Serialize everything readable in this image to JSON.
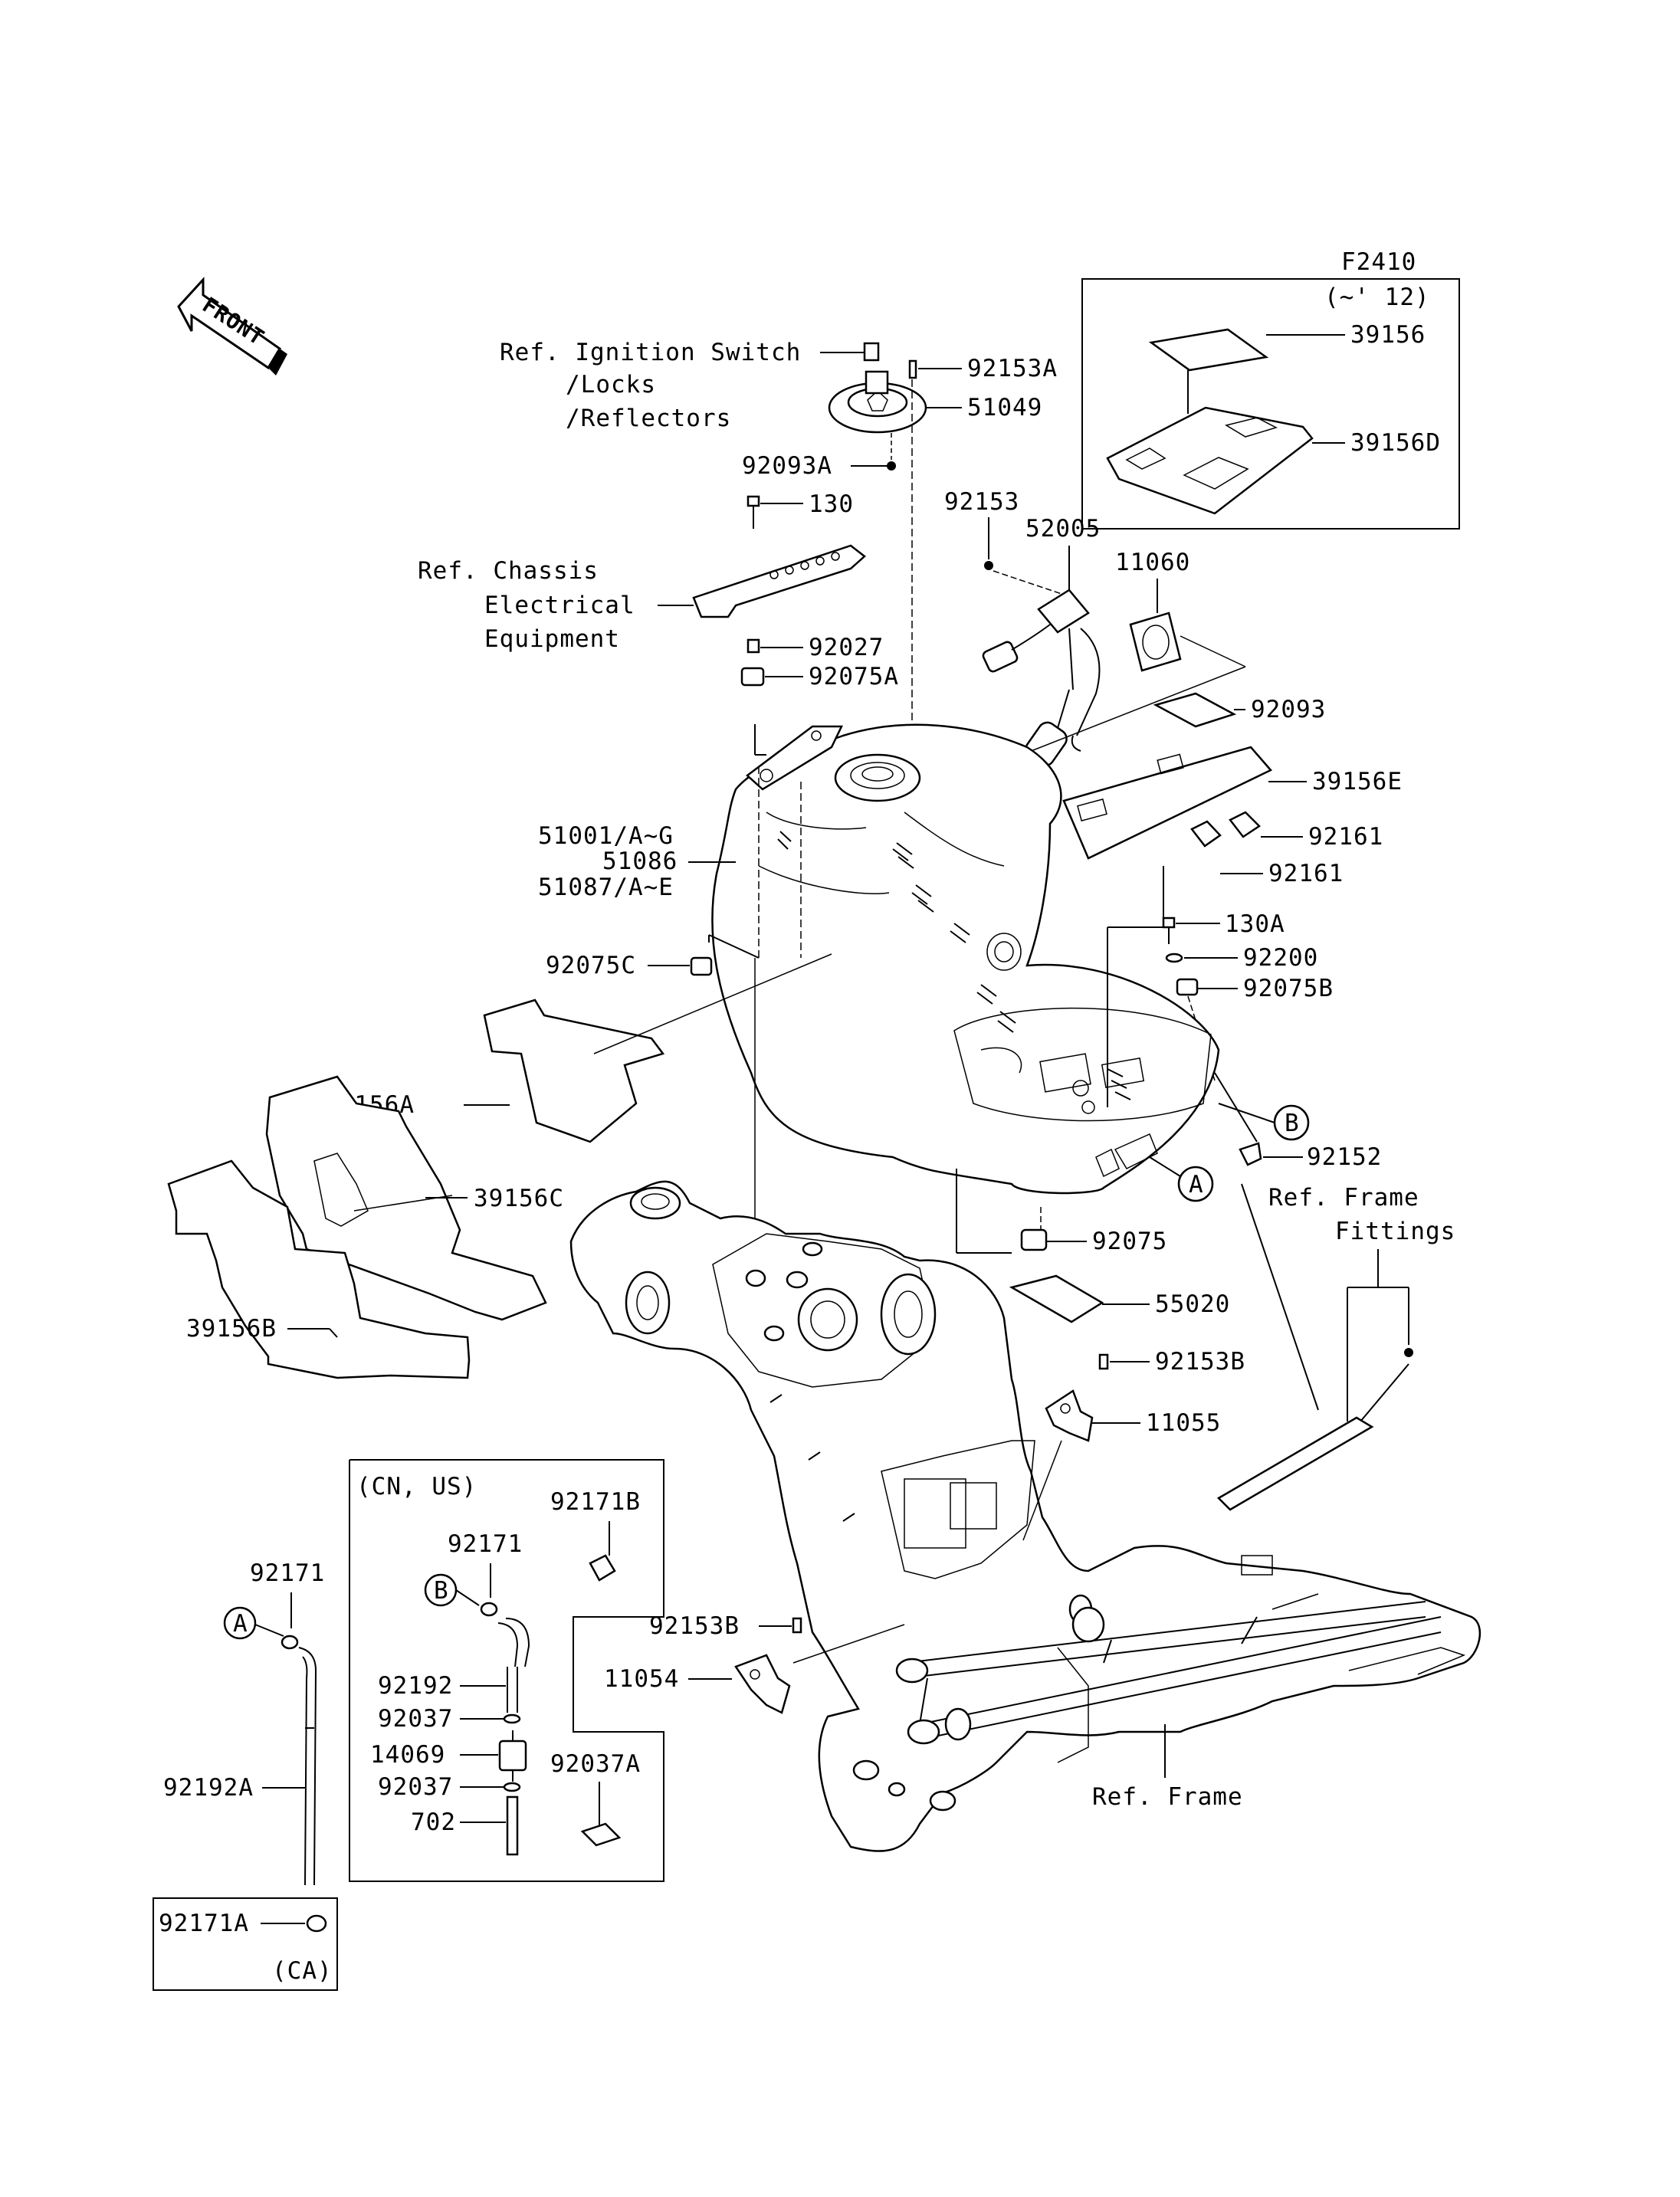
{
  "figure_code": "F2410",
  "front_label": "FRONT",
  "groups": {
    "to_12": "(~' 12)",
    "cn_us": "(CN, US)",
    "ca": "(CA)"
  },
  "refs": {
    "ignition_l1": "Ref. Ignition Switch",
    "ignition_l2": "/Locks",
    "ignition_l3": "/Reflectors",
    "chassis_l1": "Ref. Chassis",
    "chassis_l2": "Electrical",
    "chassis_l3": "Equipment",
    "frame_fittings_l1": "Ref. Frame",
    "frame_fittings_l2": "Fittings",
    "frame": "Ref. Frame"
  },
  "markers": {
    "a": "A",
    "b": "B"
  },
  "parts": {
    "p39156": "39156",
    "p39156d": "39156D",
    "p92153a": "92153A",
    "p51049": "51049",
    "p92093a": "92093A",
    "p130": "130",
    "p92153": "92153",
    "p52005": "52005",
    "p11060": "11060",
    "p92027": "92027",
    "p92075a": "92075A",
    "p92093": "92093",
    "p39156e": "39156E",
    "p51001": "51001/A~G",
    "p51086": "51086",
    "p51087": "51087/A~E",
    "p92161a": "92161",
    "p92161b": "92161",
    "p130a": "130A",
    "p92200": "92200",
    "p92075b": "92075B",
    "p92075c": "92075C",
    "p39156a": "39156A",
    "p39156c": "39156C",
    "p92152": "92152",
    "p92075": "92075",
    "p55020": "55020",
    "p39156b": "39156B",
    "p92153b": "92153B",
    "p11055": "11055",
    "p92171b": "92171B",
    "p92171_box": "92171",
    "p92171_left": "92171",
    "p92153b2": "92153B",
    "p11054": "11054",
    "p92192": "92192",
    "p92037a_l": "92037",
    "p14069": "14069",
    "p92037b_l": "92037",
    "p702": "702",
    "p92037a": "92037A",
    "p92192a": "92192A",
    "p92171a": "92171A"
  }
}
